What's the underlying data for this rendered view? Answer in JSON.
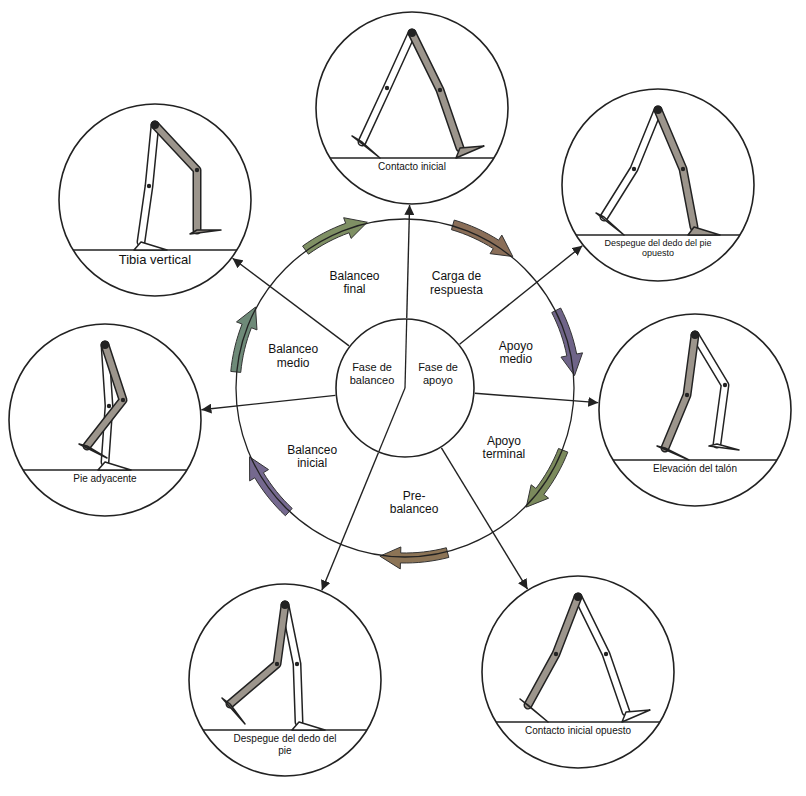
{
  "diagram": {
    "nodes": [
      {
        "text": [
          "Carga de respuesta",
          "Apoyo medio",
          "Apoyo terminal",
          "Pre-balanceo",
          "Balanceo inicial",
          "Balanceo medio",
          "Balanceo final"
        ]
      },
      {
        "text": [
          "Fase de balanceo",
          "Fase de apoyo"
        ],
        "in": 0
      },
      {
        "text": [
          "Contacto inicial"
        ]
      },
      {
        "text": [
          "Despegue del dedo del pie opuesto"
        ]
      },
      {
        "text": [
          "Elevación del talón"
        ]
      },
      {
        "text": [
          "Contacto inicial opuesto"
        ]
      },
      {
        "text": [
          "Despegue del dedo del pie"
        ]
      },
      {
        "text": [
          "Pie adyacente"
        ]
      },
      {
        "text": [
          "Tibia vertical"
        ]
      }
    ],
    "edges": [
      {
        "from": 1,
        "to": 2,
        "arrow": "to"
      },
      {
        "from": 1,
        "to": 3,
        "arrow": "to"
      },
      {
        "from": 1,
        "to": 4,
        "arrow": "to"
      },
      {
        "from": 1,
        "to": 5,
        "arrow": "to"
      },
      {
        "from": 1,
        "to": 6,
        "arrow": "to"
      },
      {
        "from": 1,
        "to": 7,
        "arrow": "to"
      },
      {
        "from": 1,
        "to": 8,
        "arrow": "to"
      }
    ]
  }
}
